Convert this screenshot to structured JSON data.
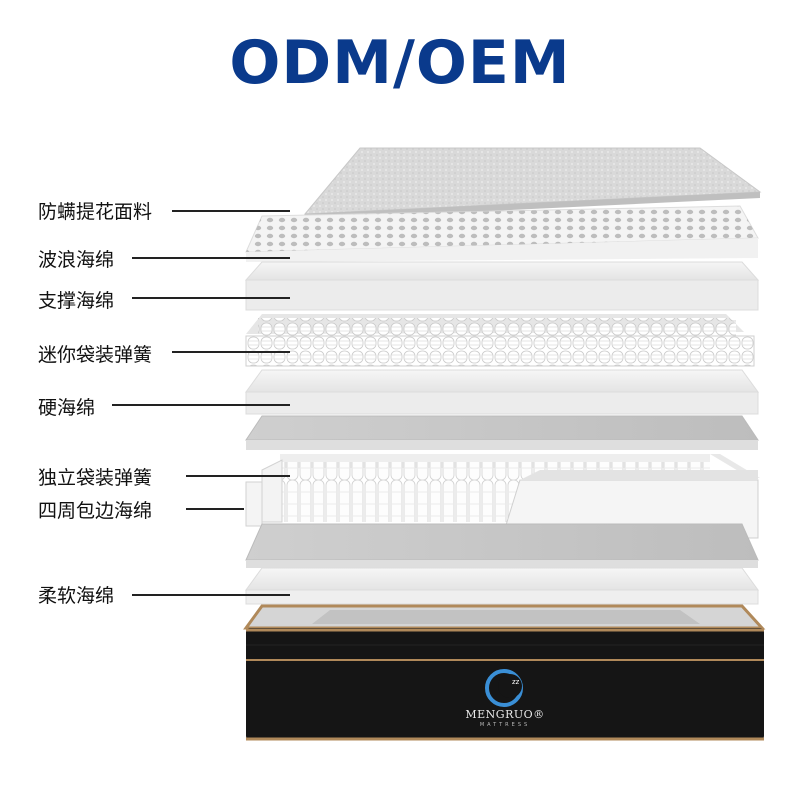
{
  "header": {
    "title": "ODM/OEM"
  },
  "layers": [
    {
      "label": "防螨提花面料"
    },
    {
      "label": "波浪海绵"
    },
    {
      "label": "支撑海绵"
    },
    {
      "label": "迷你袋装弹簧"
    },
    {
      "label": "硬海绵"
    },
    {
      "label": "独立袋装弹簧"
    },
    {
      "label": "四周包边海绵"
    },
    {
      "label": "柔软海绵"
    }
  ],
  "brand": {
    "name": "MENGRUO®",
    "sub": "MATTRESS"
  },
  "colors": {
    "title": "#0a3a8c",
    "trim": "#b0895a",
    "base": "#151515"
  }
}
